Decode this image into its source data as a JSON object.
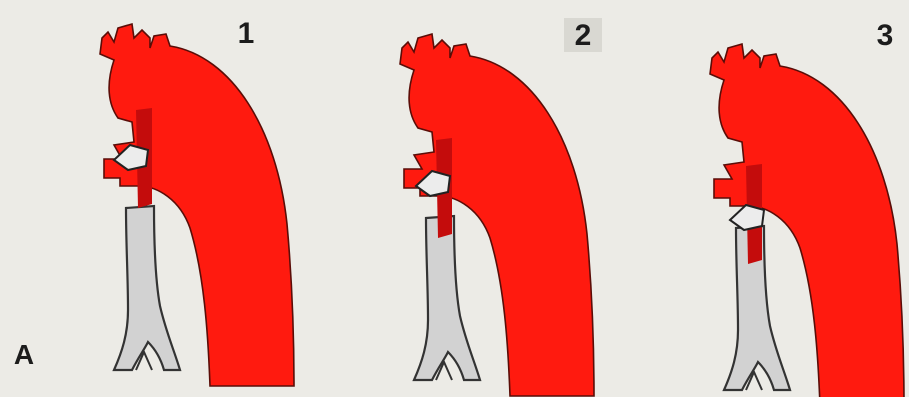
{
  "panel_letter": "A",
  "panels": [
    {
      "number": "1"
    },
    {
      "number": "2"
    },
    {
      "number": "3"
    }
  ],
  "colors": {
    "background": "#ecebe6",
    "aorta": "#ff1a0f",
    "aorta_outline": "#5a0d08",
    "lumen_dark": "#c40c0c",
    "trachea": "#d2d2d2",
    "outline": "#333333",
    "number_box": "#d9d8d2"
  },
  "icons": [
    "aortic-arch-drawing",
    "trachea-drawing"
  ]
}
